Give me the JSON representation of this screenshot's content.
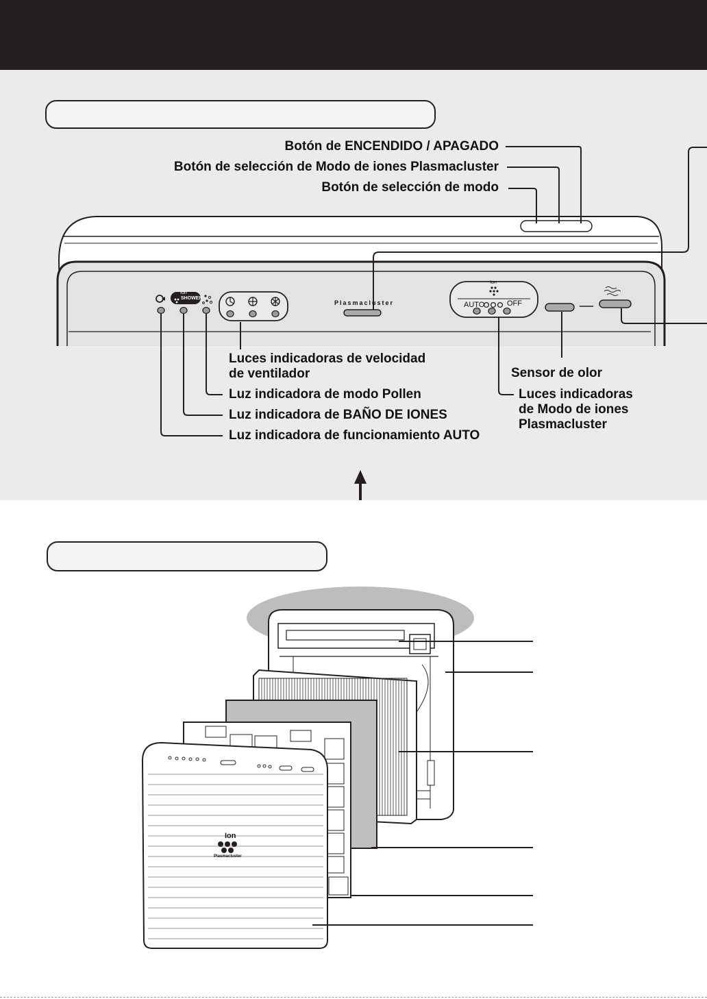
{
  "control_panel": {
    "callouts": {
      "power_button": "Botón de ENCENDIDO / APAGADO",
      "ion_mode_button": "Botón de selección de Modo de iones Plasmacluster",
      "mode_button": "Botón de selección de modo",
      "fan_speed_lights_line1": "Luces indicadoras de velocidad",
      "fan_speed_lights_line2": "de ventilador",
      "pollen_light": "Luz indicadora de modo Pollen",
      "ion_shower_light": "Luz indicadora de BAÑO DE IONES",
      "auto_light": "Luz indicadora de funcionamiento AUTO",
      "odor_sensor": "Sensor de olor",
      "ion_lights_line1": "Luces indicadoras",
      "ion_lights_line2": "de Modo de iones",
      "ion_lights_line3": "Plasmacluster"
    },
    "device_text": {
      "brand": "Plasmacluster",
      "ion": "Ion",
      "shower": "SHOWER",
      "auto": "AUTO",
      "off": "OFF"
    }
  },
  "exploded_view": {
    "front_panel_text": {
      "ion": "Ion",
      "brand": "Plasmacluster"
    }
  },
  "colors": {
    "header": "#231f20",
    "panel_bg": "#ebebeb",
    "highlight": "#bdbdbd",
    "filter_gray": "#bfbfbf"
  }
}
